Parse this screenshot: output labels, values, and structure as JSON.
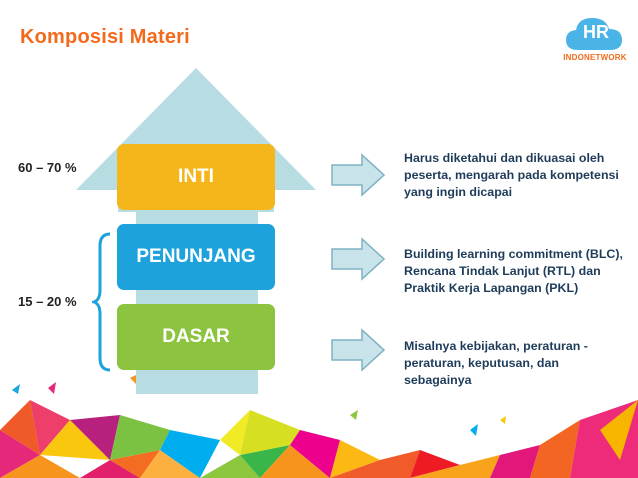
{
  "title": "Komposisi Materi",
  "logo": {
    "mark": "HR",
    "name": "INDONETWORK"
  },
  "levels": [
    {
      "label": "INTI",
      "color": "#f4b61a"
    },
    {
      "label": "PENUNJANG",
      "color": "#1da2dc"
    },
    {
      "label": "DASAR",
      "color": "#8cc43f"
    }
  ],
  "percentages": {
    "top": "60 – 70 %",
    "bottom": "15 – 20 %"
  },
  "descriptions": [
    "Harus diketahui dan dikuasai oleh peserta, mengarah pada kompetensi yang ingin dicapai",
    "Building learning commitment (BLC), Rencana Tindak Lanjut (RTL) dan Praktik Kerja Lapangan (PKL)",
    "Misalnya kebijakan, peraturan - peraturan, keputusan, dan sebagainya"
  ],
  "colors": {
    "title": "#f26b1d",
    "arrow": "#b7dde3",
    "text": "#1e3c5a"
  }
}
